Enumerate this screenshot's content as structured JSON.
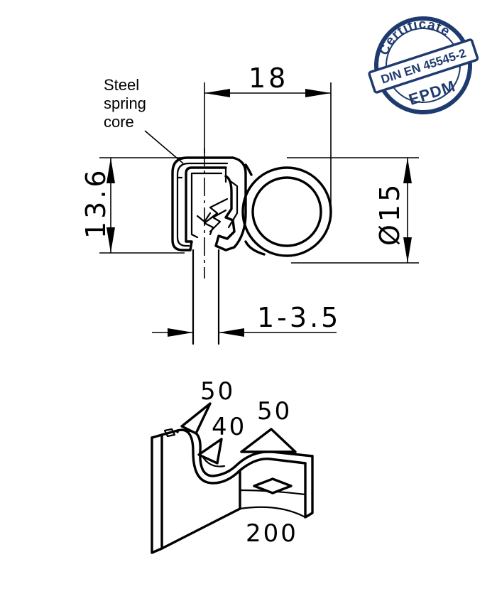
{
  "dimensions": {
    "width_top": "18",
    "height_left": "13.6",
    "diameter": "Ø15",
    "clamp_range": "1-3.5"
  },
  "callout": {
    "line1": "Steel",
    "line2": "spring",
    "line3": "core"
  },
  "hardness": {
    "lip_top": "50",
    "lip_inner": "40",
    "bulb": "50",
    "base": "200"
  },
  "certificate": {
    "top_text": "Certificate",
    "standard": "DIN EN 45545-2",
    "material": "EPDM",
    "color": "#1e3a6e"
  }
}
